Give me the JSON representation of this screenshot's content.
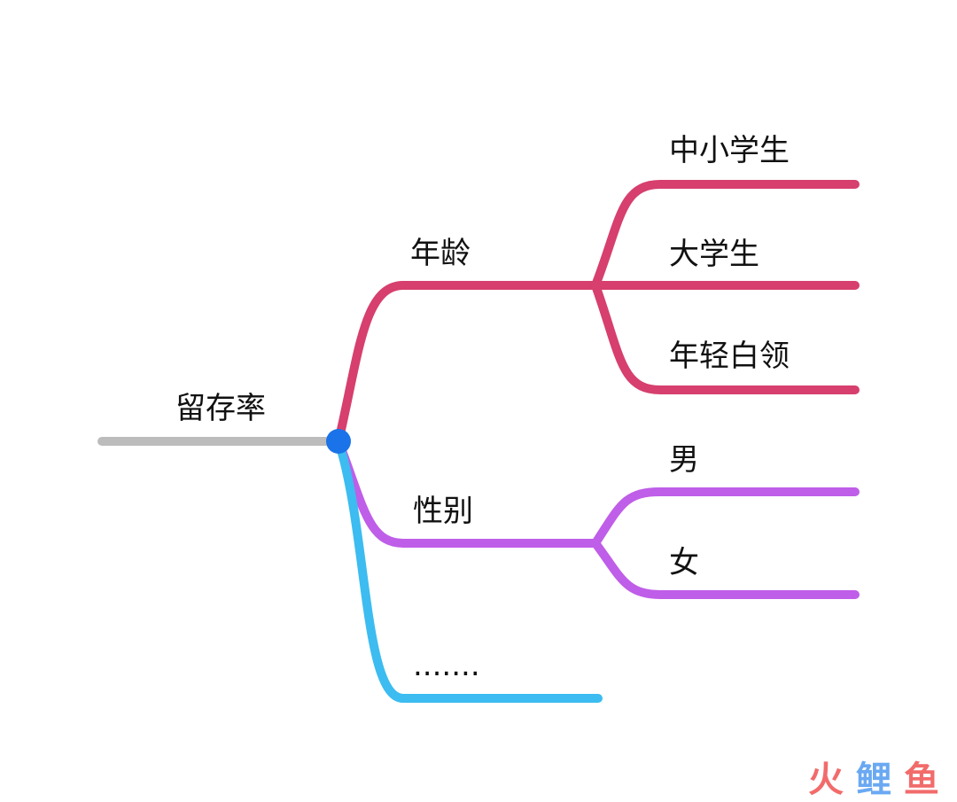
{
  "diagram": {
    "type": "mindmap",
    "root": {
      "label": "留存率",
      "color": "#bcbcbc",
      "hub_color": "#1a73e8"
    },
    "branches": [
      {
        "label": "年龄",
        "color": "#d63f6e",
        "children": [
          "中小学生",
          "大学生",
          "年轻白领"
        ]
      },
      {
        "label": "性别",
        "color": "#bf5ee8",
        "children": [
          "男",
          "女"
        ]
      },
      {
        "label": ".......",
        "color": "#3cbcf0",
        "children": []
      }
    ]
  },
  "watermark": {
    "part1": "火",
    "part2": "鲤",
    "part3": "鱼",
    "color1": "#f26b6b",
    "color2": "#6aa9f2",
    "color3": "#f26b6b"
  }
}
